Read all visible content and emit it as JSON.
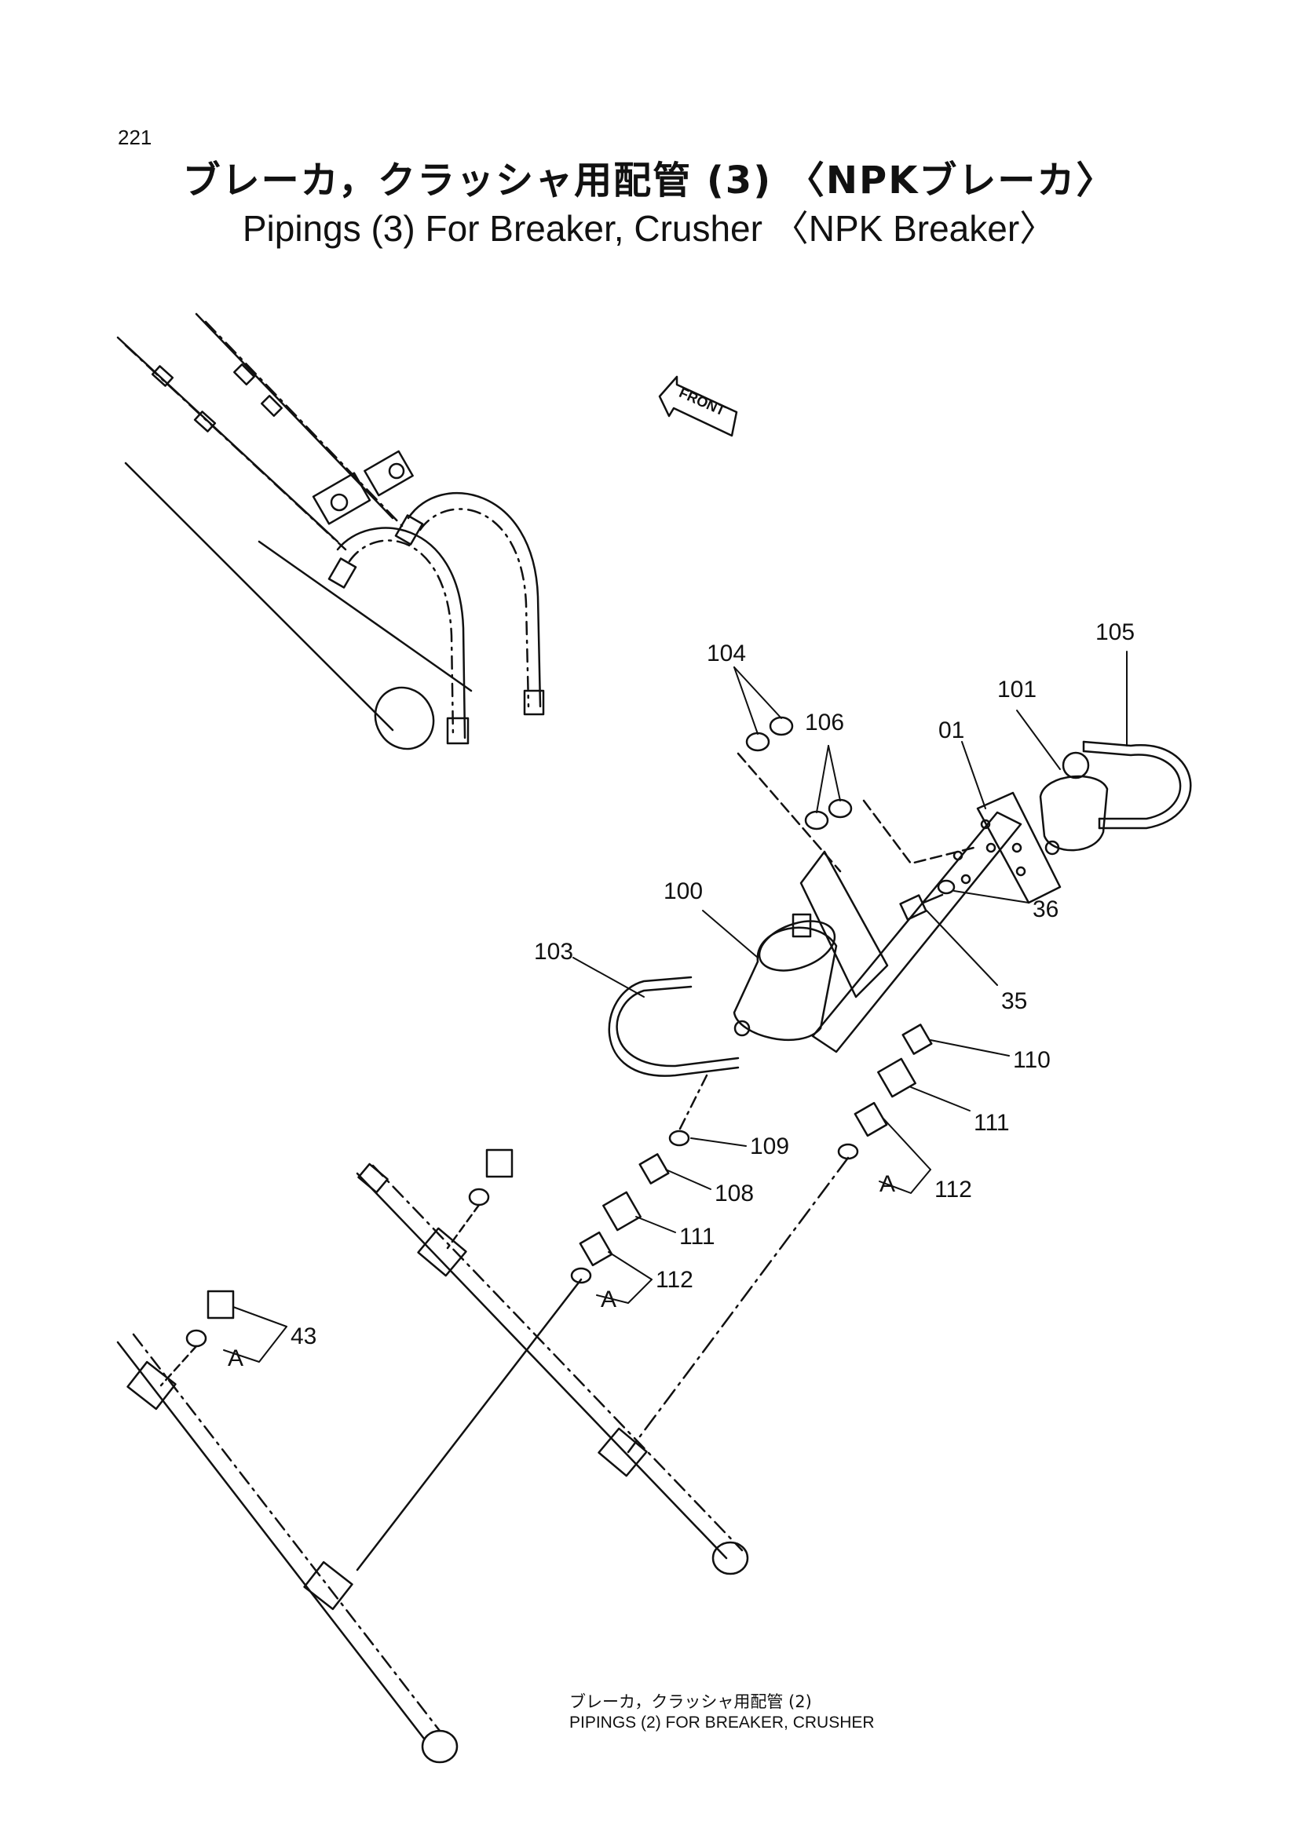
{
  "page": {
    "number": "221"
  },
  "title": {
    "jp": "ブレーカ，クラッシャ用配管 (3) 〈NPKブレーカ〉",
    "en": "Pipings (3) For Breaker, Crusher 〈NPK Breaker〉"
  },
  "front_marker": {
    "label": "FRONT"
  },
  "callouts": [
    "105",
    "104",
    "101",
    "106",
    "01",
    "100",
    "103",
    "36",
    "35",
    "110",
    "111",
    "109",
    "108",
    "111",
    "112",
    "A",
    "112",
    "A",
    "43",
    "A"
  ],
  "reference_note": {
    "jp": "ブレーカ，クラッシャ用配管 (2)",
    "en": "PIPINGS (2) FOR  BREAKER, CRUSHER"
  }
}
